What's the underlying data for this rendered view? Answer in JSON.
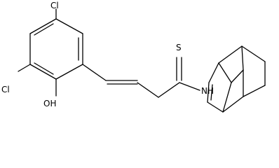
{
  "diagram": {
    "type": "chemical-structure",
    "background": "#ffffff",
    "bond_color": "#000000",
    "atoms": {
      "cl_top": "Cl",
      "cl_left": "Cl",
      "oh": "OH",
      "s": "S",
      "nh": "NH"
    }
  }
}
